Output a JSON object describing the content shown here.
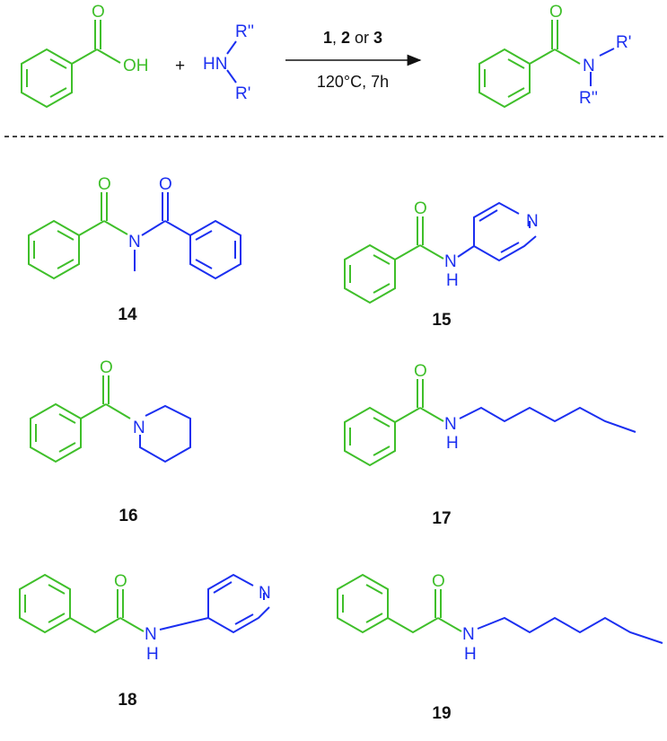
{
  "colors": {
    "acid": "#3fbf2a",
    "amine": "#1b2ff0",
    "text": "#111111",
    "divider": "#444444"
  },
  "reaction": {
    "reagent_prefix": "",
    "cat1": "1",
    "sep1": ", ",
    "cat2": "2",
    "or": " or ",
    "cat3": "3",
    "conditions": "120°C, 7h",
    "plus": "+",
    "oh_label": "OH",
    "hn_label": "HN",
    "o_label": "O",
    "n_label": "N",
    "r1": "R'",
    "r2": "R''"
  },
  "compounds": [
    {
      "id": "14",
      "label": "14",
      "atoms": {
        "o1": "O",
        "o2": "O",
        "n": "N"
      }
    },
    {
      "id": "15",
      "label": "15",
      "atoms": {
        "o": "O",
        "n": "N",
        "h": "H",
        "npy": "N"
      }
    },
    {
      "id": "16",
      "label": "16",
      "atoms": {
        "o": "O",
        "n": "N"
      }
    },
    {
      "id": "17",
      "label": "17",
      "atoms": {
        "o": "O",
        "n": "N",
        "h": "H"
      }
    },
    {
      "id": "18",
      "label": "18",
      "atoms": {
        "o": "O",
        "n": "N",
        "h": "H",
        "npy": "N"
      }
    },
    {
      "id": "19",
      "label": "19",
      "atoms": {
        "o": "O",
        "n": "N",
        "h": "H"
      }
    }
  ]
}
